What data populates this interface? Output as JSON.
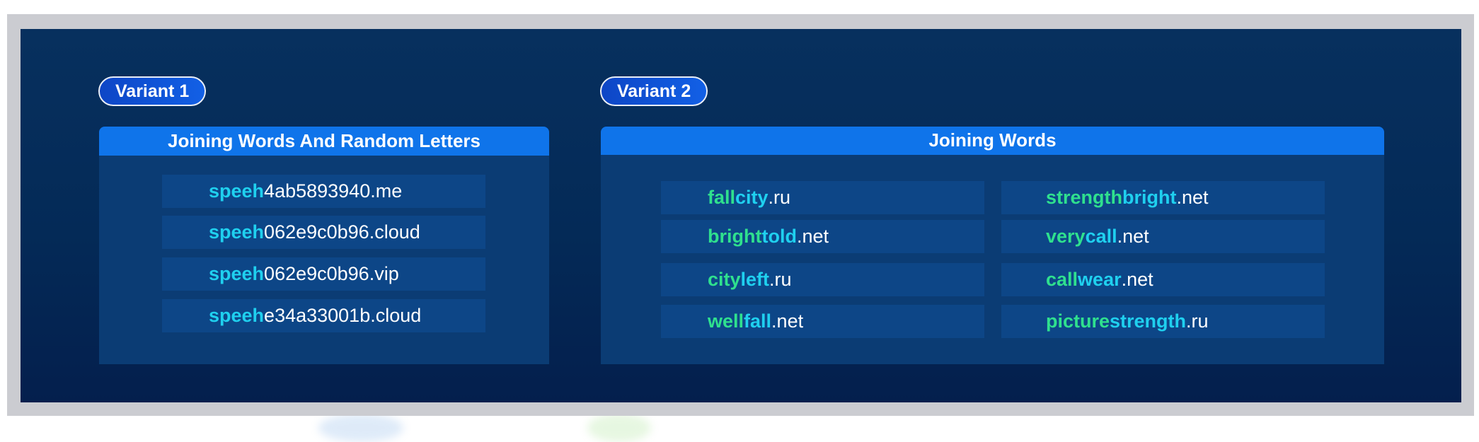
{
  "colors": {
    "frame": "#cbccd1",
    "panel": "#05295a",
    "card": "#0b3c74",
    "row": "#0d4687",
    "header": "#0f74ea",
    "cyan": "#1fd0ef",
    "green": "#2fe08e"
  },
  "variant1": {
    "label": "Variant 1",
    "title": "Joining Words And Random Letters",
    "domains": [
      {
        "prefix": "speeh",
        "rest": "4ab5893940.me"
      },
      {
        "prefix": "speeh",
        "rest": "062e9c0b96.cloud"
      },
      {
        "prefix": "speeh",
        "rest": "062e9c0b96.vip"
      },
      {
        "prefix": "speeh",
        "rest": "e34a33001b.cloud"
      }
    ]
  },
  "variant2": {
    "label": "Variant 2",
    "title": "Joining Words",
    "left_domains": [
      {
        "w1": "fall",
        "w2": "city",
        "tld": ".ru"
      },
      {
        "w1": "bright",
        "w2": "told",
        "tld": ".net"
      },
      {
        "w1": "city",
        "w2": "left",
        "tld": ".ru"
      },
      {
        "w1": "well",
        "w2": "fall",
        "tld": ".net"
      }
    ],
    "right_domains": [
      {
        "w1": "strength",
        "w2": "bright",
        "tld": ".net"
      },
      {
        "w1": "very",
        "w2": "call",
        "tld": ".net"
      },
      {
        "w1": "call",
        "w2": "wear",
        "tld": ".net"
      },
      {
        "w1": "picture",
        "w2": "strength",
        "tld": ".ru"
      }
    ]
  }
}
